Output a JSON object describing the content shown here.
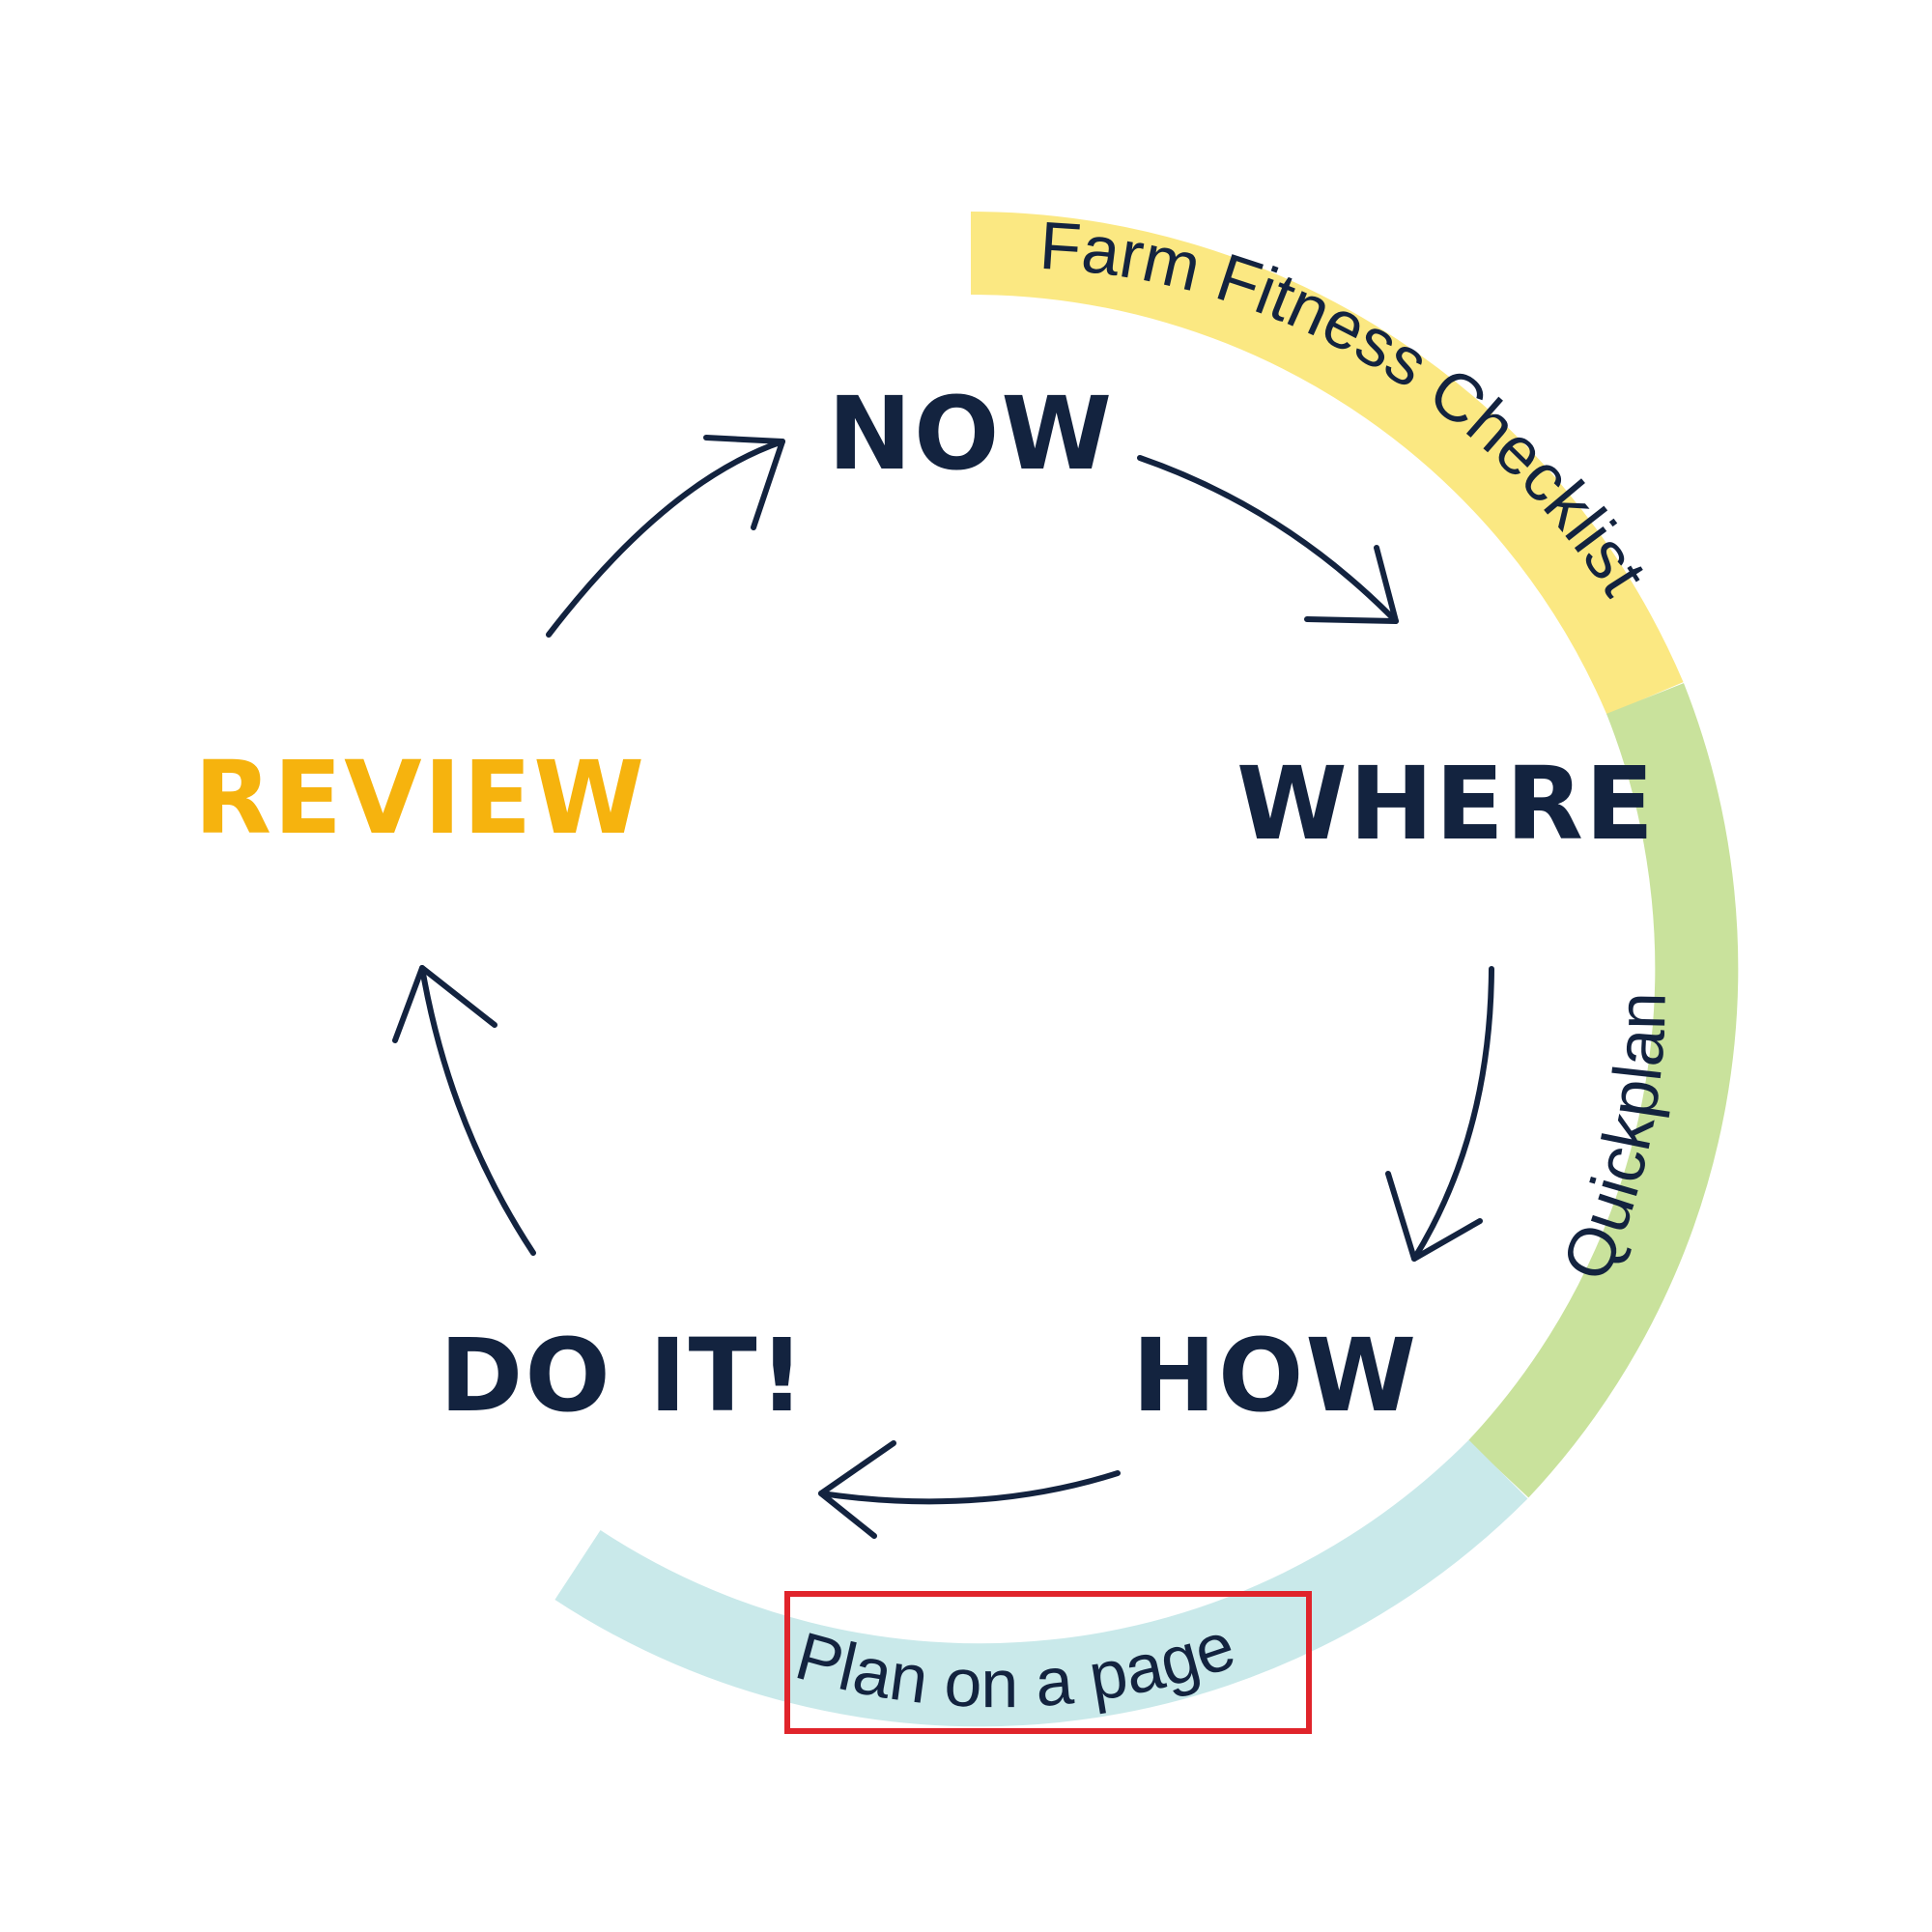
{
  "stages": {
    "now": "NOW",
    "where": "WHERE",
    "how": "HOW",
    "do_it": "DO IT!",
    "review": "REVIEW"
  },
  "ring": {
    "farm_fitness_checklist": "Farm Fitness Checklist",
    "quickplan": "Quickplan",
    "plan_on_a_page": "Plan on a page"
  },
  "colors": {
    "ink": "#13233f",
    "review": "#f6b30e",
    "ring_yellow": "#fbe882",
    "ring_green": "#c9e29c",
    "ring_blue": "#c9e9ea",
    "highlight_box": "#e0242b"
  }
}
